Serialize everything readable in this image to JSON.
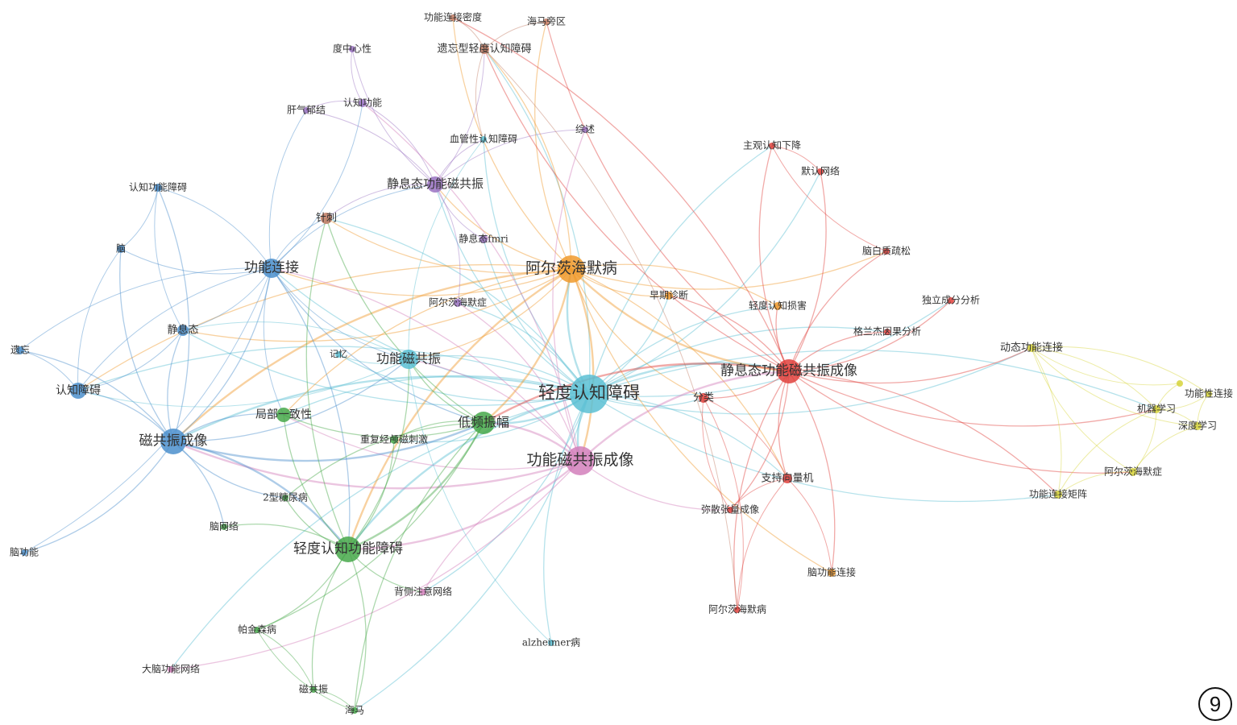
{
  "figure_number": "9",
  "groups": {
    "blue": "#4b8fcc",
    "cyan": "#5bbfd3",
    "orange": "#f09a2c",
    "red": "#e0413c",
    "yellow": "#d6d43a",
    "green": "#47a84a",
    "pink": "#d27fbb",
    "purple": "#9a72c2",
    "brown": "#c27a62"
  },
  "nodes": [
    {
      "id": "fc",
      "label": "功能连接",
      "group": "blue"
    },
    {
      "id": "mri",
      "label": "磁共振成像",
      "group": "blue"
    },
    {
      "id": "ci",
      "label": "认知障碍",
      "group": "blue"
    },
    {
      "id": "rs",
      "label": "静息态",
      "group": "blue"
    },
    {
      "id": "cfi",
      "label": "认知功能障碍",
      "group": "blue"
    },
    {
      "id": "brain",
      "label": "脑",
      "group": "blue"
    },
    {
      "id": "forget",
      "label": "遗忘",
      "group": "blue"
    },
    {
      "id": "bf",
      "label": "脑功能",
      "group": "blue"
    },
    {
      "id": "mci",
      "label": "轻度认知障碍",
      "group": "cyan"
    },
    {
      "id": "fmr",
      "label": "功能磁共振",
      "group": "cyan"
    },
    {
      "id": "mem",
      "label": "记忆",
      "group": "cyan"
    },
    {
      "id": "vci",
      "label": "血管性认知障碍",
      "group": "cyan"
    },
    {
      "id": "adz",
      "label": "alzheimer病",
      "group": "cyan"
    },
    {
      "id": "ad",
      "label": "阿尔茨海默病",
      "group": "orange"
    },
    {
      "id": "early",
      "label": "早期诊断",
      "group": "orange"
    },
    {
      "id": "mcd",
      "label": "轻度认知损害",
      "group": "orange"
    },
    {
      "id": "bfc",
      "label": "脑功能连接",
      "group": "orange"
    },
    {
      "id": "rsfmri",
      "label": "静息态功能磁共振成像",
      "group": "red"
    },
    {
      "id": "cls",
      "label": "分类",
      "group": "red"
    },
    {
      "id": "svm",
      "label": "支持向量机",
      "group": "red"
    },
    {
      "id": "dti",
      "label": "弥散张量成像",
      "group": "red"
    },
    {
      "id": "ad2",
      "label": "阿尔茨海默病",
      "group": "red"
    },
    {
      "id": "scd",
      "label": "主观认知下降",
      "group": "red"
    },
    {
      "id": "dmn",
      "label": "默认网络",
      "group": "red"
    },
    {
      "id": "wml",
      "label": "脑白质疏松",
      "group": "red"
    },
    {
      "id": "ica",
      "label": "独立成分分析",
      "group": "red"
    },
    {
      "id": "gca",
      "label": "格兰杰因果分析",
      "group": "red"
    },
    {
      "id": "dfc",
      "label": "动态功能连接",
      "group": "yellow"
    },
    {
      "id": "fcx",
      "label": "功能性连接",
      "group": "yellow"
    },
    {
      "id": "y0",
      "label": "",
      "group": "yellow"
    },
    {
      "id": "ml",
      "label": "机器学习",
      "group": "yellow"
    },
    {
      "id": "dl",
      "label": "深度学习",
      "group": "yellow"
    },
    {
      "id": "ad3",
      "label": "阿尔茨海默症",
      "group": "yellow"
    },
    {
      "id": "fcm",
      "label": "功能连接矩阵",
      "group": "yellow"
    },
    {
      "id": "mci2",
      "label": "轻度认知功能障碍",
      "group": "green"
    },
    {
      "id": "alff",
      "label": "低频振幅",
      "group": "green"
    },
    {
      "id": "reho",
      "label": "局部一致性",
      "group": "green"
    },
    {
      "id": "rtms",
      "label": "重复经颅磁刺激",
      "group": "green"
    },
    {
      "id": "t2dm",
      "label": "2型糖尿病",
      "group": "green"
    },
    {
      "id": "bnet",
      "label": "脑网络",
      "group": "green"
    },
    {
      "id": "pd",
      "label": "帕金森病",
      "group": "green"
    },
    {
      "id": "mr",
      "label": "磁共振",
      "group": "green"
    },
    {
      "id": "hip",
      "label": "海马",
      "group": "green"
    },
    {
      "id": "fmri",
      "label": "功能磁共振成像",
      "group": "pink"
    },
    {
      "id": "dan",
      "label": "背侧注意网络",
      "group": "pink"
    },
    {
      "id": "bfn",
      "label": "大脑功能网络",
      "group": "pink"
    },
    {
      "id": "rsfmr",
      "label": "静息态功能磁共振",
      "group": "purple"
    },
    {
      "id": "rsf",
      "label": "静息态fmri",
      "group": "purple"
    },
    {
      "id": "ad4",
      "label": "阿尔茨海默症",
      "group": "purple"
    },
    {
      "id": "cf",
      "label": "认知功能",
      "group": "purple"
    },
    {
      "id": "dc",
      "label": "度中心性",
      "group": "purple"
    },
    {
      "id": "lq",
      "label": "肝气郁结",
      "group": "purple"
    },
    {
      "id": "rev",
      "label": "综述",
      "group": "purple"
    },
    {
      "id": "acu",
      "label": "针刺",
      "group": "brown"
    },
    {
      "id": "amci",
      "label": "遗忘型轻度认知障碍",
      "group": "brown"
    },
    {
      "id": "fcd",
      "label": "功能连接密度",
      "group": "brown"
    },
    {
      "id": "phg",
      "label": "海马旁区",
      "group": "brown"
    }
  ],
  "links": {
    "mci": [
      "ad",
      "fmri",
      "rsfmri",
      "fmr",
      "alff",
      "mci2",
      "fc",
      "mri",
      "rsfmr",
      "cls",
      "svm",
      "amci",
      "vci",
      "adz",
      "mem",
      "ad4",
      "rsf",
      "early",
      "mcd",
      "dfc",
      "ml",
      "ica",
      "gca",
      "reho",
      "rtms",
      "bfn",
      "dan",
      "acu",
      "rs",
      "ci",
      "scd",
      "dmn",
      "hip",
      "fcm"
    ],
    "ad": [
      "fmri",
      "rsfmri",
      "fc",
      "mri",
      "alff",
      "mci2",
      "fmr",
      "early",
      "mcd",
      "bfc",
      "rsfmr",
      "amci",
      "fcd",
      "ci",
      "rs",
      "reho",
      "acu",
      "cls",
      "svm",
      "wml",
      "phg"
    ],
    "fmri": [
      "fc",
      "mri",
      "alff",
      "mci2",
      "fmr",
      "rsfmri",
      "dan",
      "bfn",
      "ad4",
      "reho",
      "cf",
      "rev",
      "dti"
    ],
    "rsfmri": [
      "cls",
      "svm",
      "dti",
      "ad2",
      "scd",
      "dmn",
      "wml",
      "ica",
      "gca",
      "early",
      "mcd",
      "dfc",
      "fcm",
      "ml",
      "amci",
      "fcd",
      "phg",
      "alff",
      "bfc",
      "ad3"
    ],
    "fc": [
      "mri",
      "ci",
      "rs",
      "cfi",
      "brain",
      "forget",
      "bf",
      "fmr",
      "rsfmr",
      "alff",
      "mci2",
      "reho",
      "acu",
      "cf",
      "lq"
    ],
    "mri": [
      "ci",
      "rs",
      "cfi",
      "brain",
      "forget",
      "bf",
      "fmr",
      "mci2",
      "alff",
      "reho",
      "t2dm",
      "bnet"
    ],
    "mci2": [
      "alff",
      "reho",
      "rtms",
      "t2dm",
      "bnet",
      "pd",
      "mr",
      "hip",
      "fmr",
      "acu",
      "dan"
    ],
    "alff": [
      "reho",
      "rtms",
      "fmr",
      "t2dm",
      "pd",
      "hip",
      "acu"
    ],
    "rsfmr": [
      "cf",
      "dc",
      "lq",
      "rev",
      "rsf",
      "ad4",
      "acu",
      "vci",
      "amci"
    ],
    "dfc": [
      "ml",
      "dl",
      "fcx",
      "ad3",
      "fcm",
      "y0"
    ],
    "ml": [
      "dl",
      "fcx",
      "ad3",
      "fcm",
      "y0"
    ],
    "dl": [
      "ad3",
      "fcx"
    ],
    "ad3": [
      "fcm"
    ],
    "fmr": [
      "mem",
      "adz",
      "vci",
      "rs",
      "ci"
    ],
    "amci": [
      "fcd",
      "phg",
      "vci",
      "ad2"
    ],
    "ci": [
      "forget",
      "brain",
      "rs"
    ],
    "cfi": [
      "brain",
      "rs"
    ],
    "cls": [
      "svm",
      "dti",
      "ad2"
    ],
    "svm": [
      "dti",
      "bfc",
      "ad2"
    ],
    "scd": [
      "dmn",
      "wml"
    ],
    "cf": [
      "dc",
      "lq"
    ],
    "pd": [
      "mr",
      "hip"
    ],
    "mr": [
      "hip"
    ]
  }
}
